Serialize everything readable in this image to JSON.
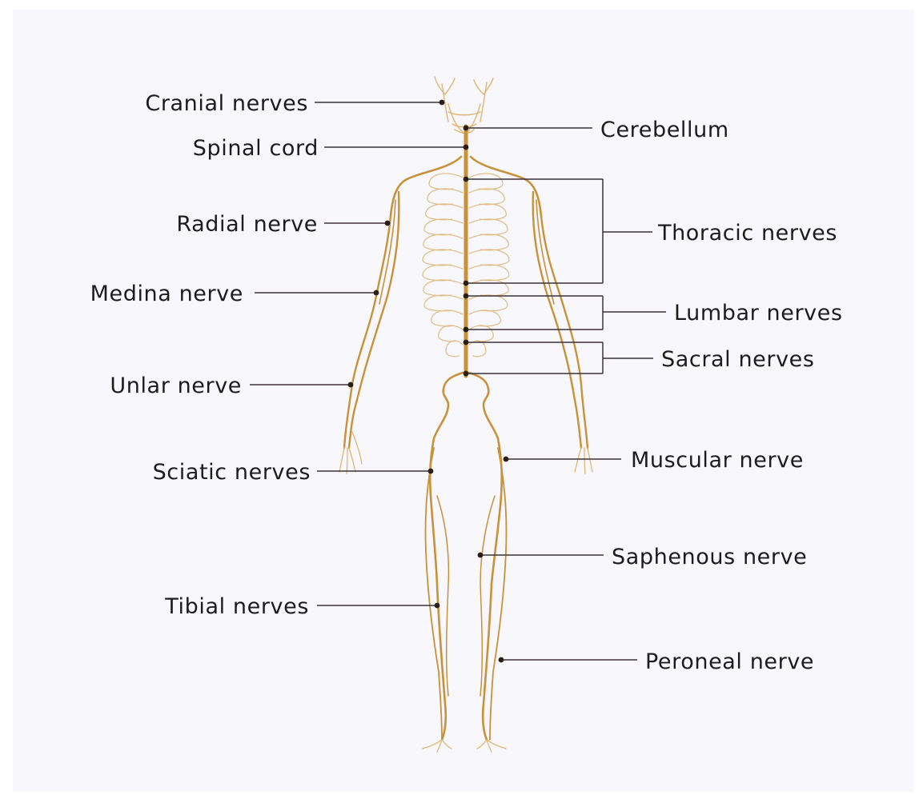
{
  "labels": {
    "cranial": "Cranial nerves",
    "spinal": "Spinal cord",
    "radial": "Radial nerve",
    "medina": "Medina nerve",
    "unlar": "Unlar nerve",
    "sciatic": "Sciatic nerves",
    "tibial": "Tibial nerves",
    "cerebellum": "Cerebellum",
    "thoracic": "Thoracic nerves",
    "lumbar": "Lumbar nerves",
    "sacral": "Sacral nerves",
    "muscular": "Muscular nerve",
    "saphenous": "Saphenous nerve",
    "peroneal": "Peroneal nerve"
  },
  "colors": {
    "nerve": "#c8923a",
    "nerve_light": "#e7c78f",
    "leader": "#3a3438",
    "background": "#f8f7fb"
  }
}
